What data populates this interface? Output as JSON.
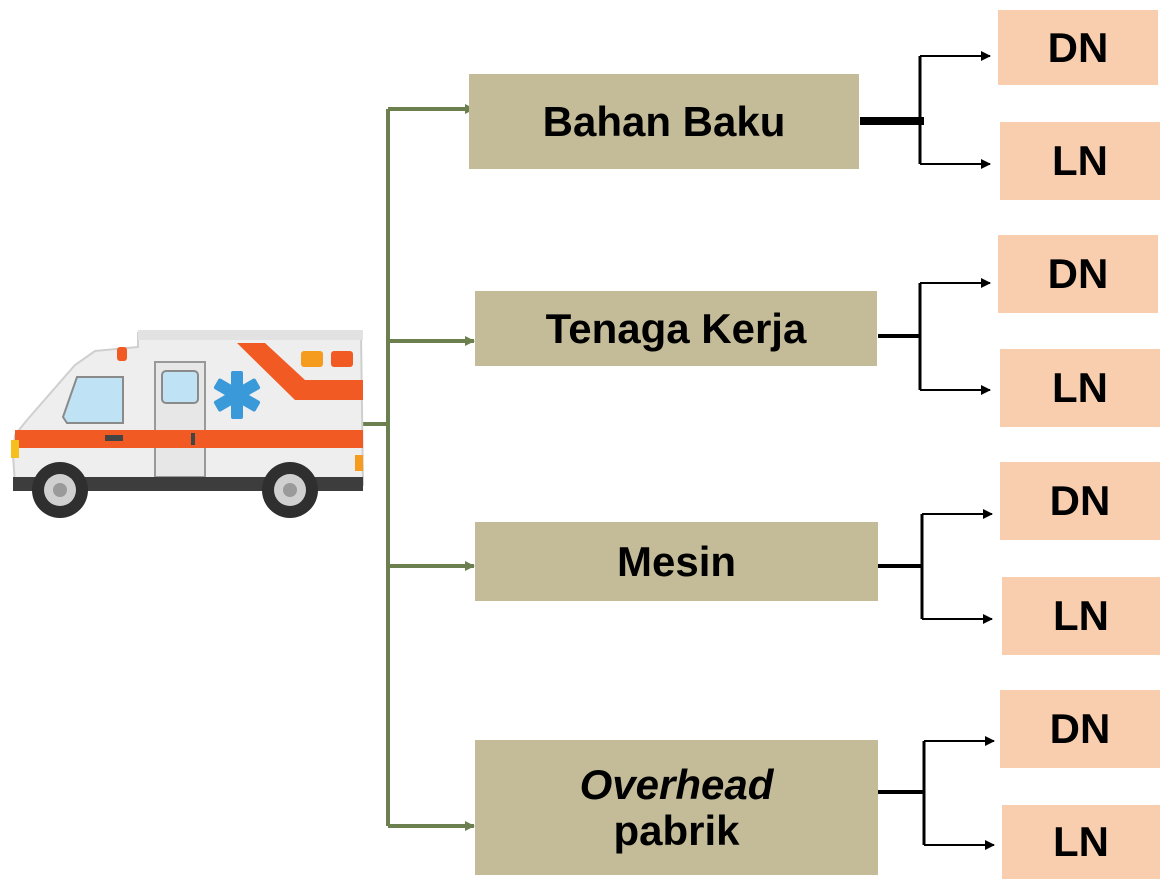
{
  "categories": [
    {
      "line1": "Bahan Baku",
      "line2": "",
      "children": [
        "DN",
        "LN"
      ]
    },
    {
      "line1": "Tenaga Kerja",
      "line2": "",
      "children": [
        "DN",
        "LN"
      ]
    },
    {
      "line1": "Mesin",
      "line2": "",
      "children": [
        "DN",
        "LN"
      ]
    },
    {
      "line1": "Overhead",
      "line2": "pabrik",
      "children": [
        "DN",
        "LN"
      ]
    }
  ],
  "colors": {
    "category_box": "#c4bc98",
    "leaf_box": "#f9ceaf",
    "trunk_line": "#6b7f4f",
    "branch_line": "#000000"
  },
  "icons": [
    "ambulance-icon"
  ]
}
